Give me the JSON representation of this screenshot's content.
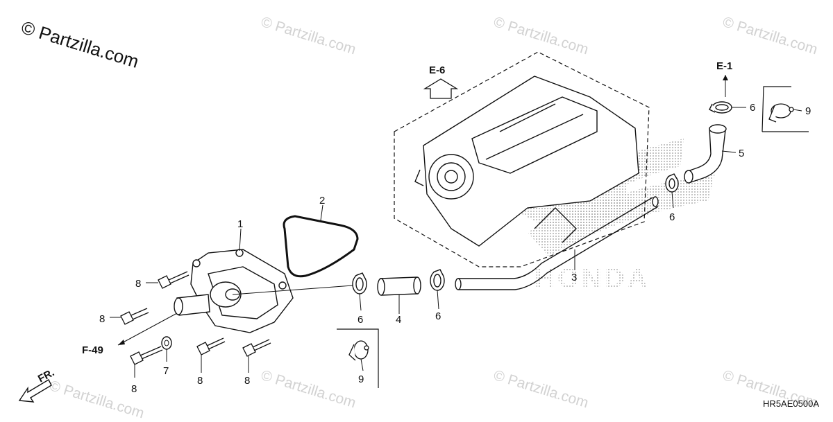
{
  "copyright": "© Partzilla.com",
  "watermark": "© Partzilla.com",
  "diagram_code": "HR5AE0500A",
  "brand_watermark": "HONDA",
  "references": [
    "E-6",
    "E-1",
    "F-49",
    "FR."
  ],
  "callouts": {
    "c1": "1",
    "c2": "2",
    "c3": "3",
    "c4": "4",
    "c5": "5",
    "c6a": "6",
    "c6b": "6",
    "c6c": "6",
    "c6d": "6",
    "c7": "7",
    "c8a": "8",
    "c8b": "8",
    "c8c": "8",
    "c8d": "8",
    "c8e": "8",
    "c9a": "9",
    "c9b": "9"
  }
}
